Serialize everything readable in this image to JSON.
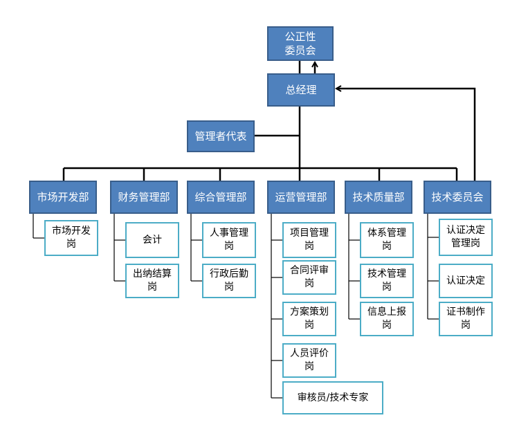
{
  "top": {
    "committee": "公正性\n委员会",
    "general_manager": "总经理",
    "management_rep": "管理者代表"
  },
  "departments": [
    {
      "name": "市场开发部",
      "posts": [
        "市场开发\n岗"
      ]
    },
    {
      "name": "财务管理部",
      "posts": [
        "会计",
        "出纳结算\n岗"
      ]
    },
    {
      "name": "综合管理部",
      "posts": [
        "人事管理\n岗",
        "行政后勤\n岗"
      ]
    },
    {
      "name": "运营管理部",
      "posts": [
        "项目管理\n岗",
        "合同评审\n岗",
        "方案策划\n岗",
        "人员评价\n岗",
        "审核员/技术专家"
      ]
    },
    {
      "name": "技术质量部",
      "posts": [
        "体系管理\n岗",
        "技术管理\n岗",
        "信息上报\n岗"
      ]
    },
    {
      "name": "技术委员会",
      "posts": [
        "认证决定\n管理岗",
        "认证决定",
        "证书制作\n岗"
      ]
    }
  ],
  "colors": {
    "node_fill": "#4f81bd",
    "node_border": "#385d8a",
    "post_border": "#4bacc6",
    "line": "#000000"
  }
}
